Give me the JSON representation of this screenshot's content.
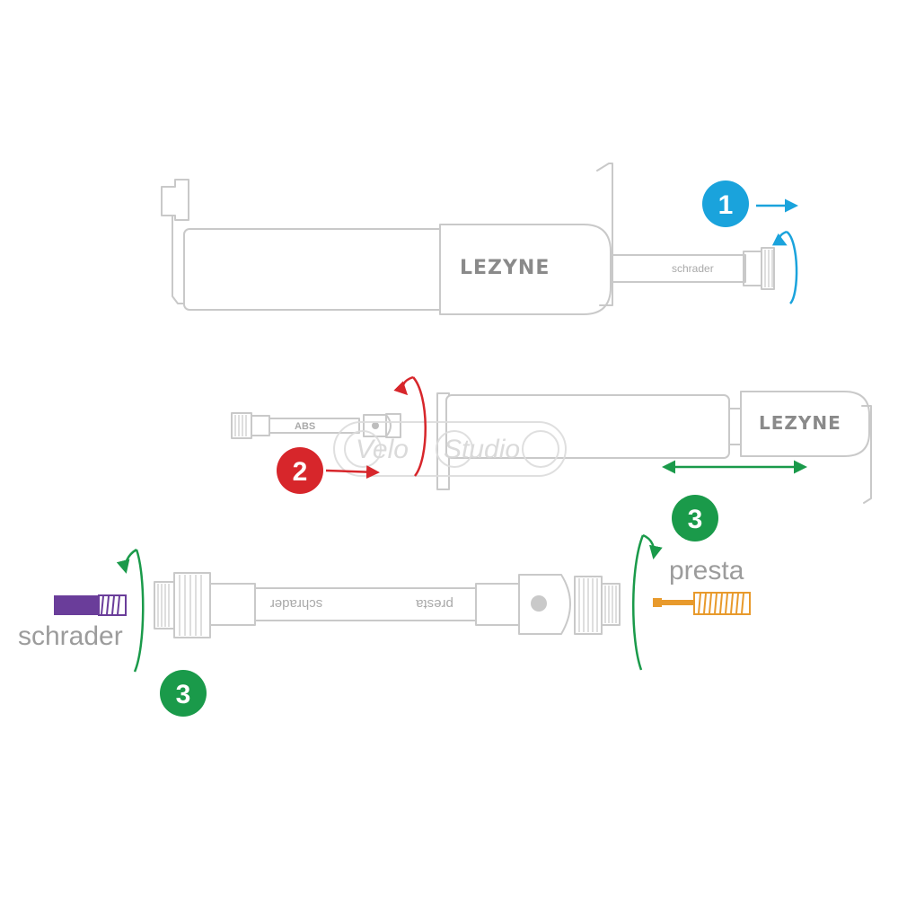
{
  "brand_label": "LEZYNE",
  "hose_labels": {
    "top_pump_tube": "schrader",
    "hose_small_tag": "ABS",
    "hose_large_left": "schrader",
    "hose_large_right": "presta"
  },
  "steps": [
    {
      "number": "1",
      "color": "#1aa3dc"
    },
    {
      "number": "2",
      "color": "#d7262b"
    },
    {
      "number": "3",
      "color": "#1a9a4a"
    },
    {
      "number": "3",
      "color": "#1a9a4a"
    }
  ],
  "valves": {
    "left": {
      "label": "schrader",
      "color": "#6a3d9a"
    },
    "right": {
      "label": "presta",
      "color": "#e89a2c"
    }
  },
  "watermark": {
    "part1": "Velo",
    "part2": "Studio"
  },
  "colors": {
    "outline": "#c9c9c9",
    "arrow_blue": "#1aa3dc",
    "arrow_red": "#d7262b",
    "arrow_green": "#1a9a4a"
  }
}
